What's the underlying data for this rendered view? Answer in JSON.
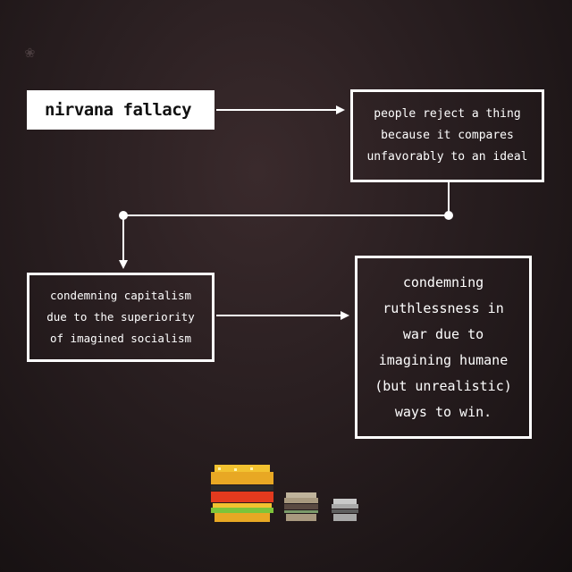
{
  "title": "nirvana fallacy",
  "definition": "people reject a thing\nbecause it compares\nunfavorably to an ideal",
  "example_1": "condemning capitalism\ndue to the superiority\nof imagined socialism",
  "example_2": "condemning\nruthlessness in\nwar due to\nimagining humane\n(but unrealistic)\nways to win.",
  "colors": {
    "background": "#231a1c",
    "foreground": "#ffffff",
    "bun": "#f2c230",
    "tomato": "#e23a1e",
    "lettuce": "#7dc43a",
    "patty": "#5a2e1a"
  },
  "icons": [
    "logo-mark-icon",
    "burger-large-icon",
    "burger-medium-icon",
    "burger-small-icon"
  ]
}
